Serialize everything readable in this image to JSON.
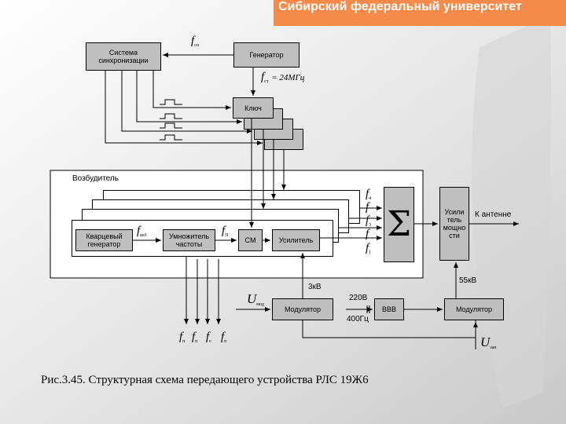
{
  "banner": {
    "text": "Сибирский федеральный университет"
  },
  "diagram": {
    "sync_system": "Система синхронизации",
    "generator": "Генератор",
    "key": "Ключ",
    "exciter": "Возбудитель",
    "quartz_generator": "Кварцевый генератор",
    "multiplier": "Умножитель частоты",
    "mixer": "СМ",
    "amplifier": "Усилитель",
    "sum_symbol": "Σ",
    "power_amplifier": "Усили тель мощно сти",
    "to_antenna": "К антенне",
    "modulator_left": "Модулятор",
    "hv_rectifier": "ВВВ",
    "modulator_right": "Модулятор",
    "voltage_3kv": "3кВ",
    "voltage_55kv": "55кВ",
    "mains_voltage": "220В",
    "mains_freq": "400Гц",
    "f_sync": "f",
    "f_sync_sub": "сп",
    "f_gen": "f",
    "f_gen_sub": "ст",
    "f_gen_value": "= 24МГц",
    "f_kv": "f",
    "f_kv_sub": "кв1",
    "f_p": "f",
    "f_p_sub": "П",
    "f_in_1": "f",
    "f_in_1_sub": "4",
    "f_in_2": "f",
    "f_in_2_sub": "",
    "f_in_3": "f",
    "f_in_3_sub": "3",
    "f_in_4": "f",
    "f_in_4_sub": "",
    "f_in_5": "f",
    "f_in_5_sub": "1",
    "outputs": [
      "f",
      "f",
      "f",
      "f"
    ],
    "outputs_sub": [
      "п",
      "п",
      "с",
      "п"
    ],
    "u_left": "U",
    "u_left_sub": "мод",
    "u_right": "U",
    "u_right_sub": "зап"
  },
  "caption": "Рис.3.45. Структурная схема передающего устройства РЛС 19Ж6"
}
